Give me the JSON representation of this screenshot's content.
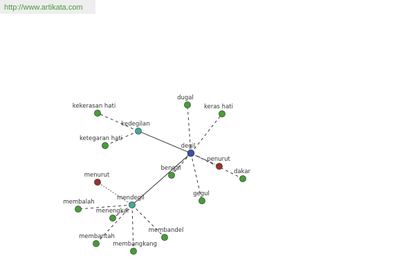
{
  "header": {
    "url": "http://www.artikata.com"
  },
  "colors": {
    "center": "#3a4fa8",
    "hub": "#48a4a4",
    "related": "#4a9a3a",
    "antonym": "#9b3030",
    "edge": "#222222",
    "url_text": "#4a9a3a"
  },
  "nodes": [
    {
      "id": "degil",
      "label": "degil",
      "type": "center"
    },
    {
      "id": "kedegilan",
      "label": "kedegilan",
      "type": "hub"
    },
    {
      "id": "mendegil",
      "label": "mendegil",
      "type": "hub"
    },
    {
      "id": "dugal",
      "label": "dugal",
      "type": "related"
    },
    {
      "id": "keras-hati",
      "label": "keras hati",
      "type": "related"
    },
    {
      "id": "penurut",
      "label": "penurut",
      "type": "antonym"
    },
    {
      "id": "dakar",
      "label": "dakar",
      "type": "related"
    },
    {
      "id": "gegul",
      "label": "gegul",
      "type": "related"
    },
    {
      "id": "bengal",
      "label": "bengal",
      "type": "related"
    },
    {
      "id": "kekerasan-hati",
      "label": "kekerasan hati",
      "type": "related"
    },
    {
      "id": "ketegaran-hati",
      "label": "ketegaran hati",
      "type": "related"
    },
    {
      "id": "menurut",
      "label": "menurut",
      "type": "antonym"
    },
    {
      "id": "membalah",
      "label": "membalah",
      "type": "related"
    },
    {
      "id": "menengkar",
      "label": "menengkar",
      "type": "related"
    },
    {
      "id": "membantah",
      "label": "membantah",
      "type": "related"
    },
    {
      "id": "membangkang",
      "label": "membangkang",
      "type": "related"
    },
    {
      "id": "membandel",
      "label": "membandel",
      "type": "related"
    }
  ],
  "edges": [
    {
      "from": "degil",
      "to": "kedegilan",
      "style": "solid"
    },
    {
      "from": "degil",
      "to": "mendegil",
      "style": "solid"
    },
    {
      "from": "degil",
      "to": "dugal",
      "style": "dashed"
    },
    {
      "from": "degil",
      "to": "keras-hati",
      "style": "dashed"
    },
    {
      "from": "degil",
      "to": "penurut",
      "style": "dashdot"
    },
    {
      "from": "degil",
      "to": "dakar",
      "style": "dashed"
    },
    {
      "from": "degil",
      "to": "gegul",
      "style": "dashed"
    },
    {
      "from": "degil",
      "to": "bengal",
      "style": "dashed"
    },
    {
      "from": "kedegilan",
      "to": "kekerasan-hati",
      "style": "dashed"
    },
    {
      "from": "kedegilan",
      "to": "ketegaran-hati",
      "style": "dashed"
    },
    {
      "from": "mendegil",
      "to": "menurut",
      "style": "dotted"
    },
    {
      "from": "mendegil",
      "to": "membalah",
      "style": "dashed"
    },
    {
      "from": "mendegil",
      "to": "menengkar",
      "style": "dashed"
    },
    {
      "from": "mendegil",
      "to": "membantah",
      "style": "dashed"
    },
    {
      "from": "mendegil",
      "to": "membangkang",
      "style": "dashed"
    },
    {
      "from": "mendegil",
      "to": "membandel",
      "style": "dashed"
    }
  ]
}
